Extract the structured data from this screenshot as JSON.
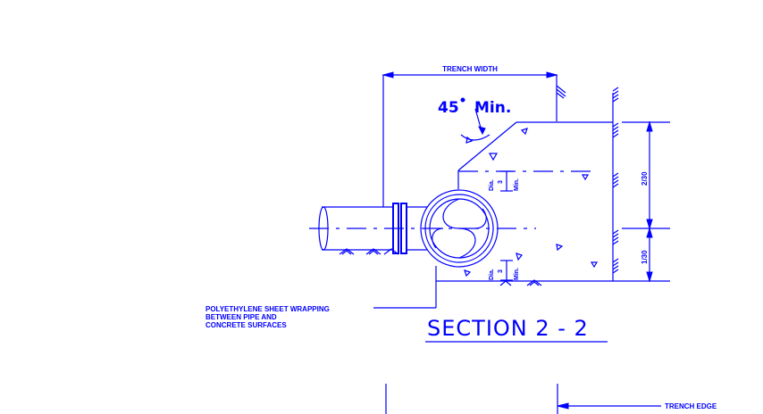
{
  "drawing": {
    "color": "#0000ff",
    "background": "#ffffff",
    "labels": {
      "trench_width": "TRENCH WIDTH",
      "angle": "45",
      "angle_suffix": "Min.",
      "ratio_top": "2/30",
      "ratio_bottom": "1/30",
      "dia_upper": "Dia.",
      "frac_upper": "3",
      "min_upper": "Min.",
      "dia_lower": "Dia.",
      "frac_lower": "3",
      "min_lower": "Min.",
      "note_line1": "POLYETHYLENE SHEET WRAPPING",
      "note_line2": "BETWEEN PIPE AND",
      "note_line3": "CONCRETE SURFACES",
      "section_title": "SECTION 2 - 2",
      "trench_edge": "TRENCH EDGE"
    }
  }
}
